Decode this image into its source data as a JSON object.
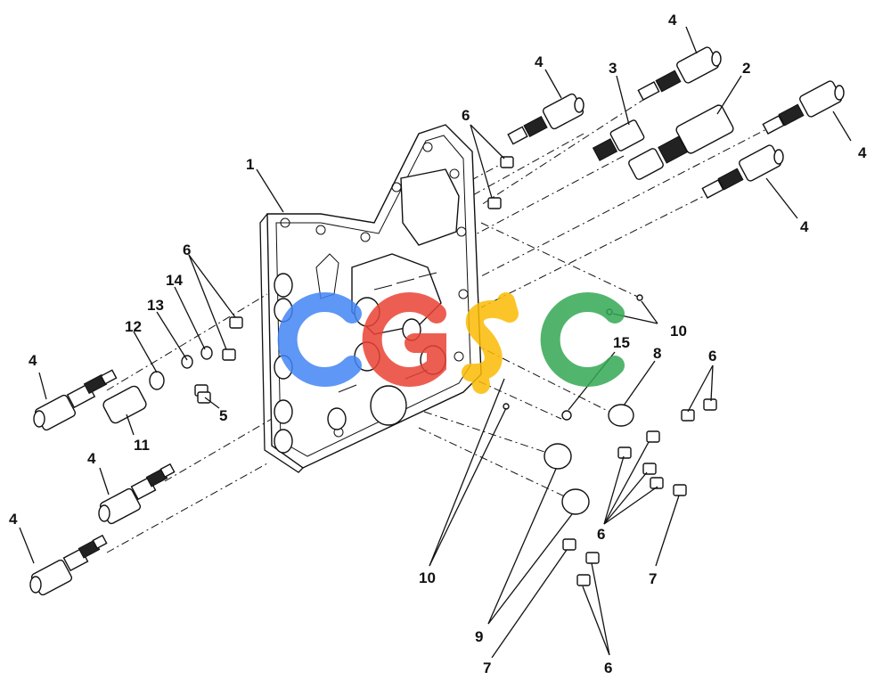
{
  "diagram": {
    "watermark": {
      "letters": [
        "C",
        "G",
        "S",
        "C"
      ],
      "colors": [
        "#4285F4",
        "#EA4335",
        "#FBBC05",
        "#34A853"
      ]
    },
    "callouts": [
      "1",
      "2",
      "3",
      "4",
      "4",
      "4",
      "4",
      "4",
      "4",
      "4",
      "5",
      "6",
      "6",
      "6",
      "6",
      "6",
      "7",
      "7",
      "8",
      "9",
      "10",
      "10",
      "11",
      "12",
      "13",
      "14",
      "15"
    ]
  }
}
